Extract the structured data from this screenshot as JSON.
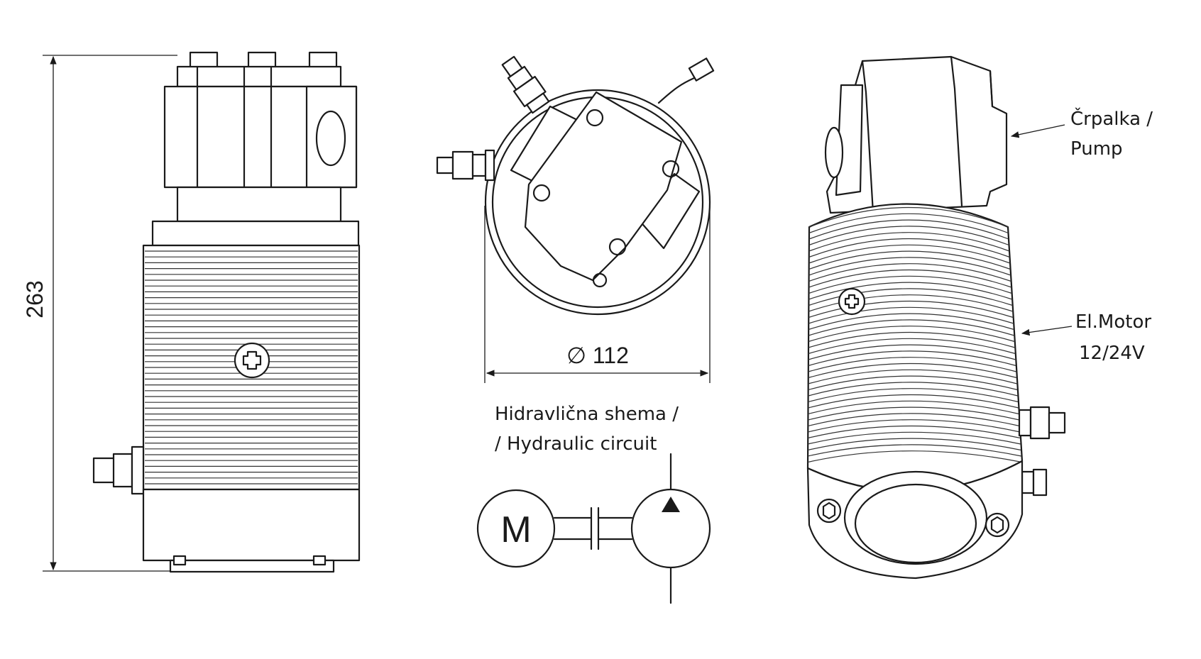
{
  "dimensions": {
    "height": "263",
    "diameter": "∅ 112"
  },
  "labels": {
    "pump": [
      "Črpalka /",
      "Pump"
    ],
    "motor": [
      "El.Motor",
      "12/24V"
    ],
    "hydraulic": [
      "Hidravlična shema /",
      "/ Hydraulic circuit"
    ]
  },
  "symbol": {
    "motor_letter": "M"
  }
}
